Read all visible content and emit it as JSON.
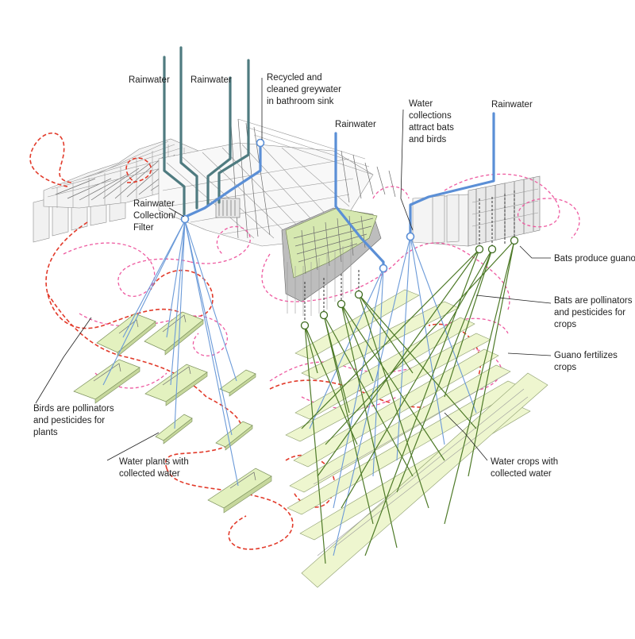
{
  "labels": {
    "rainwater_1": "Rainwater",
    "rainwater_2": "Rainwater",
    "recycled_line1": "Recycled and",
    "recycled_line2": "cleaned greywater",
    "recycled_line3": "in bathroom sink",
    "rainwater_3": "Rainwater",
    "water_collections_line1": "Water",
    "water_collections_line2": "collections",
    "water_collections_line3": "attract bats",
    "water_collections_line4": "and birds",
    "rainwater_4": "Rainwater",
    "collection_line1": "Rainwater",
    "collection_line2": "Collection/",
    "collection_line3": "Filter",
    "bats_guano": "Bats produce guano",
    "bats_pollinators_line1": "Bats are pollinators",
    "bats_pollinators_line2": "and pesticides for",
    "bats_pollinators_line3": "crops",
    "guano_line1": "Guano fertilizes",
    "guano_line2": "crops",
    "birds_line1": "Birds are pollinators",
    "birds_line2": "and pesticides for",
    "birds_line3": "plants",
    "water_plants_line1": "Water plants with",
    "water_plants_line2": "collected water",
    "water_crops_line1": "Water crops with",
    "water_crops_line2": "collected water"
  },
  "colors": {
    "rainwater_pipe": "#4f7b80",
    "greywater_pipe": "#5b8fd6",
    "bird_flight": "#e23a2a",
    "bat_flight": "#ee5aa0",
    "crop_link": "#4e7a28",
    "planter": "#e3f1bf"
  }
}
